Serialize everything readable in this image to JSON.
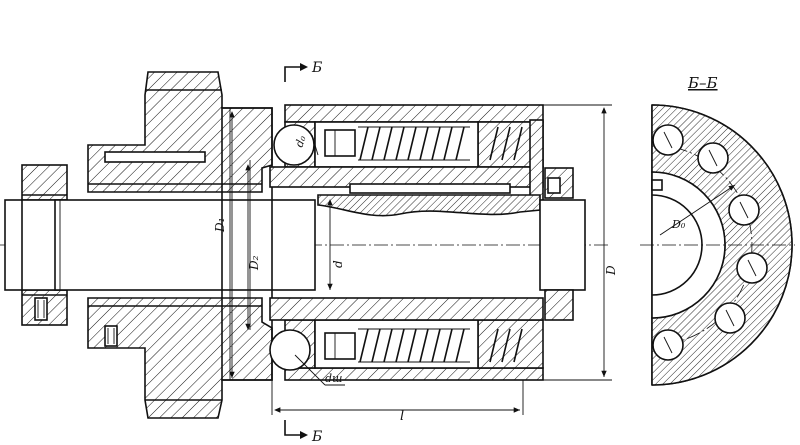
{
  "labels": {
    "section_mark_top": "Б",
    "section_mark_bottom": "Б",
    "section_title": "Б–Б",
    "d0_label": "d₀",
    "D1_label": "D₁",
    "D2_label": "D₂",
    "d_label": "d",
    "D_label": "D",
    "dsh_label": "dш",
    "l_label": "l",
    "D0_label": "D₀"
  }
}
